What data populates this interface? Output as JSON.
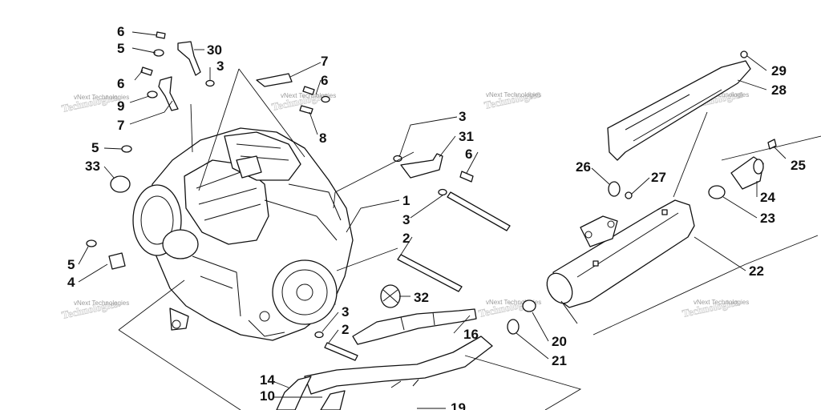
{
  "callouts": {
    "c1": "1",
    "c2a": "2",
    "c2b": "2",
    "c3a": "3",
    "c3b": "3",
    "c3c": "3",
    "c3d": "3",
    "c4": "4",
    "c5a": "5",
    "c5b": "5",
    "c5c": "5",
    "c6a": "6",
    "c6b": "6",
    "c6c": "6",
    "c6d": "6",
    "c7a": "7",
    "c7b": "7",
    "c8": "8",
    "c9": "9",
    "c10": "10",
    "c14": "14",
    "c16": "16",
    "c19": "19",
    "c20": "20",
    "c21": "21",
    "c22": "22",
    "c23": "23",
    "c24": "24",
    "c25": "25",
    "c26": "26",
    "c27": "27",
    "c28": "28",
    "c29": "29",
    "c30": "30",
    "c31": "31",
    "c32": "32",
    "c33": "33"
  },
  "watermark": {
    "text": "vNext Technologies",
    "ghost": "Technologies"
  }
}
